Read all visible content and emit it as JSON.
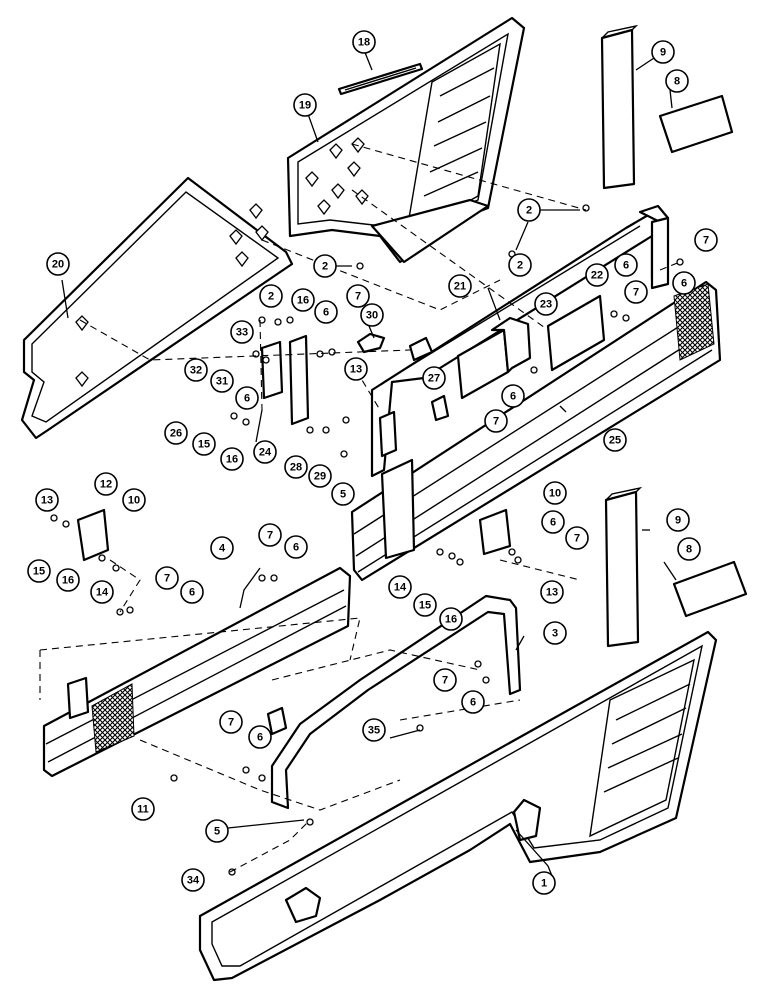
{
  "diagram": {
    "callouts": [
      {
        "id": "c18",
        "label": "18"
      },
      {
        "id": "c19",
        "label": "19"
      },
      {
        "id": "c9a",
        "label": "9"
      },
      {
        "id": "c8a",
        "label": "8"
      },
      {
        "id": "c20",
        "label": "20"
      },
      {
        "id": "c2a",
        "label": "2"
      },
      {
        "id": "c2b",
        "label": "2"
      },
      {
        "id": "c2c",
        "label": "2"
      },
      {
        "id": "c2d",
        "label": "2"
      },
      {
        "id": "c7a",
        "label": "7"
      },
      {
        "id": "c6a",
        "label": "6"
      },
      {
        "id": "c21",
        "label": "21"
      },
      {
        "id": "c22",
        "label": "22"
      },
      {
        "id": "c6b",
        "label": "6"
      },
      {
        "id": "c7b",
        "label": "7"
      },
      {
        "id": "c16a",
        "label": "16"
      },
      {
        "id": "c7c",
        "label": "7"
      },
      {
        "id": "c30",
        "label": "30"
      },
      {
        "id": "c33",
        "label": "33"
      },
      {
        "id": "c6c",
        "label": "6"
      },
      {
        "id": "c23",
        "label": "23"
      },
      {
        "id": "c32",
        "label": "32"
      },
      {
        "id": "c31",
        "label": "31"
      },
      {
        "id": "c6d",
        "label": "6"
      },
      {
        "id": "c13a",
        "label": "13"
      },
      {
        "id": "c27",
        "label": "27"
      },
      {
        "id": "c6e",
        "label": "6"
      },
      {
        "id": "c7d",
        "label": "7"
      },
      {
        "id": "c26",
        "label": "26"
      },
      {
        "id": "c15a",
        "label": "15"
      },
      {
        "id": "c16b",
        "label": "16"
      },
      {
        "id": "c24",
        "label": "24"
      },
      {
        "id": "c28",
        "label": "28"
      },
      {
        "id": "c29",
        "label": "29"
      },
      {
        "id": "c25",
        "label": "25"
      },
      {
        "id": "c5a",
        "label": "5"
      },
      {
        "id": "c13b",
        "label": "13"
      },
      {
        "id": "c12",
        "label": "12"
      },
      {
        "id": "c10a",
        "label": "10"
      },
      {
        "id": "c15b",
        "label": "15"
      },
      {
        "id": "c16c",
        "label": "16"
      },
      {
        "id": "c14a",
        "label": "14"
      },
      {
        "id": "c4",
        "label": "4"
      },
      {
        "id": "c7e",
        "label": "7"
      },
      {
        "id": "c6f",
        "label": "6"
      },
      {
        "id": "c7f",
        "label": "7"
      },
      {
        "id": "c6g",
        "label": "6"
      },
      {
        "id": "c10b",
        "label": "10"
      },
      {
        "id": "c6h",
        "label": "6"
      },
      {
        "id": "c7g",
        "label": "7"
      },
      {
        "id": "c9b",
        "label": "9"
      },
      {
        "id": "c14b",
        "label": "14"
      },
      {
        "id": "c15c",
        "label": "15"
      },
      {
        "id": "c16d",
        "label": "16"
      },
      {
        "id": "c13c",
        "label": "13"
      },
      {
        "id": "c8b",
        "label": "8"
      },
      {
        "id": "c3",
        "label": "3"
      },
      {
        "id": "c7h",
        "label": "7"
      },
      {
        "id": "c6i",
        "label": "6"
      },
      {
        "id": "c35",
        "label": "35"
      },
      {
        "id": "c7i",
        "label": "7"
      },
      {
        "id": "c6j",
        "label": "6"
      },
      {
        "id": "c11",
        "label": "11"
      },
      {
        "id": "c5b",
        "label": "5"
      },
      {
        "id": "c34",
        "label": "34"
      },
      {
        "id": "c1",
        "label": "1"
      }
    ]
  }
}
